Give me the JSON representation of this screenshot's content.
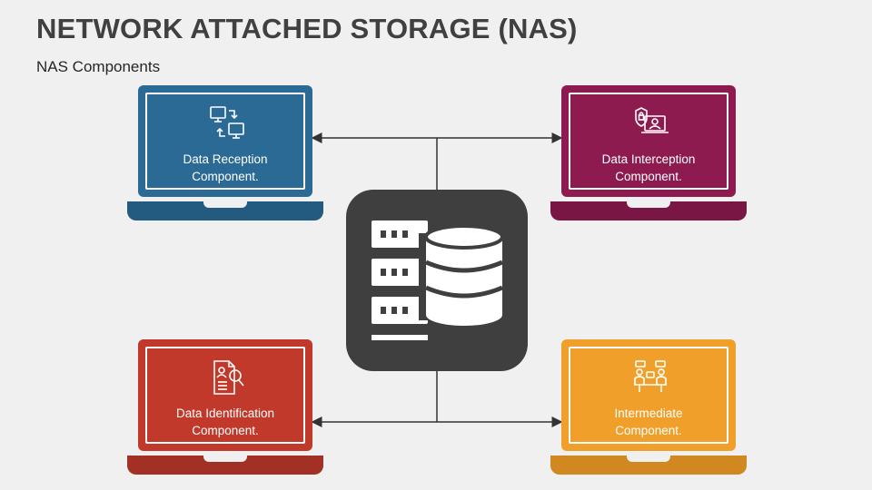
{
  "header": {
    "title": "NETWORK ATTACHED STORAGE (NAS)",
    "subtitle": "NAS Components"
  },
  "components": [
    {
      "label_line1": "Data Reception",
      "label_line2": "Component.",
      "icon": "monitors-transfer-icon",
      "color": "#2a6a94",
      "base_color": "#235a7f"
    },
    {
      "label_line1": "Data Interception",
      "label_line2": "Component.",
      "icon": "secure-laptop-icon",
      "color": "#8e1b50",
      "base_color": "#7a1644"
    },
    {
      "label_line1": "Data Identification",
      "label_line2": "Component.",
      "icon": "document-search-icon",
      "color": "#c0392b",
      "base_color": "#a33024"
    },
    {
      "label_line1": "Intermediate",
      "label_line2": "Component.",
      "icon": "meeting-people-icon",
      "color": "#f0a02a",
      "base_color": "#d18820"
    }
  ],
  "hub": {
    "icon": "server-database-icon",
    "color": "#3f3f3f"
  }
}
